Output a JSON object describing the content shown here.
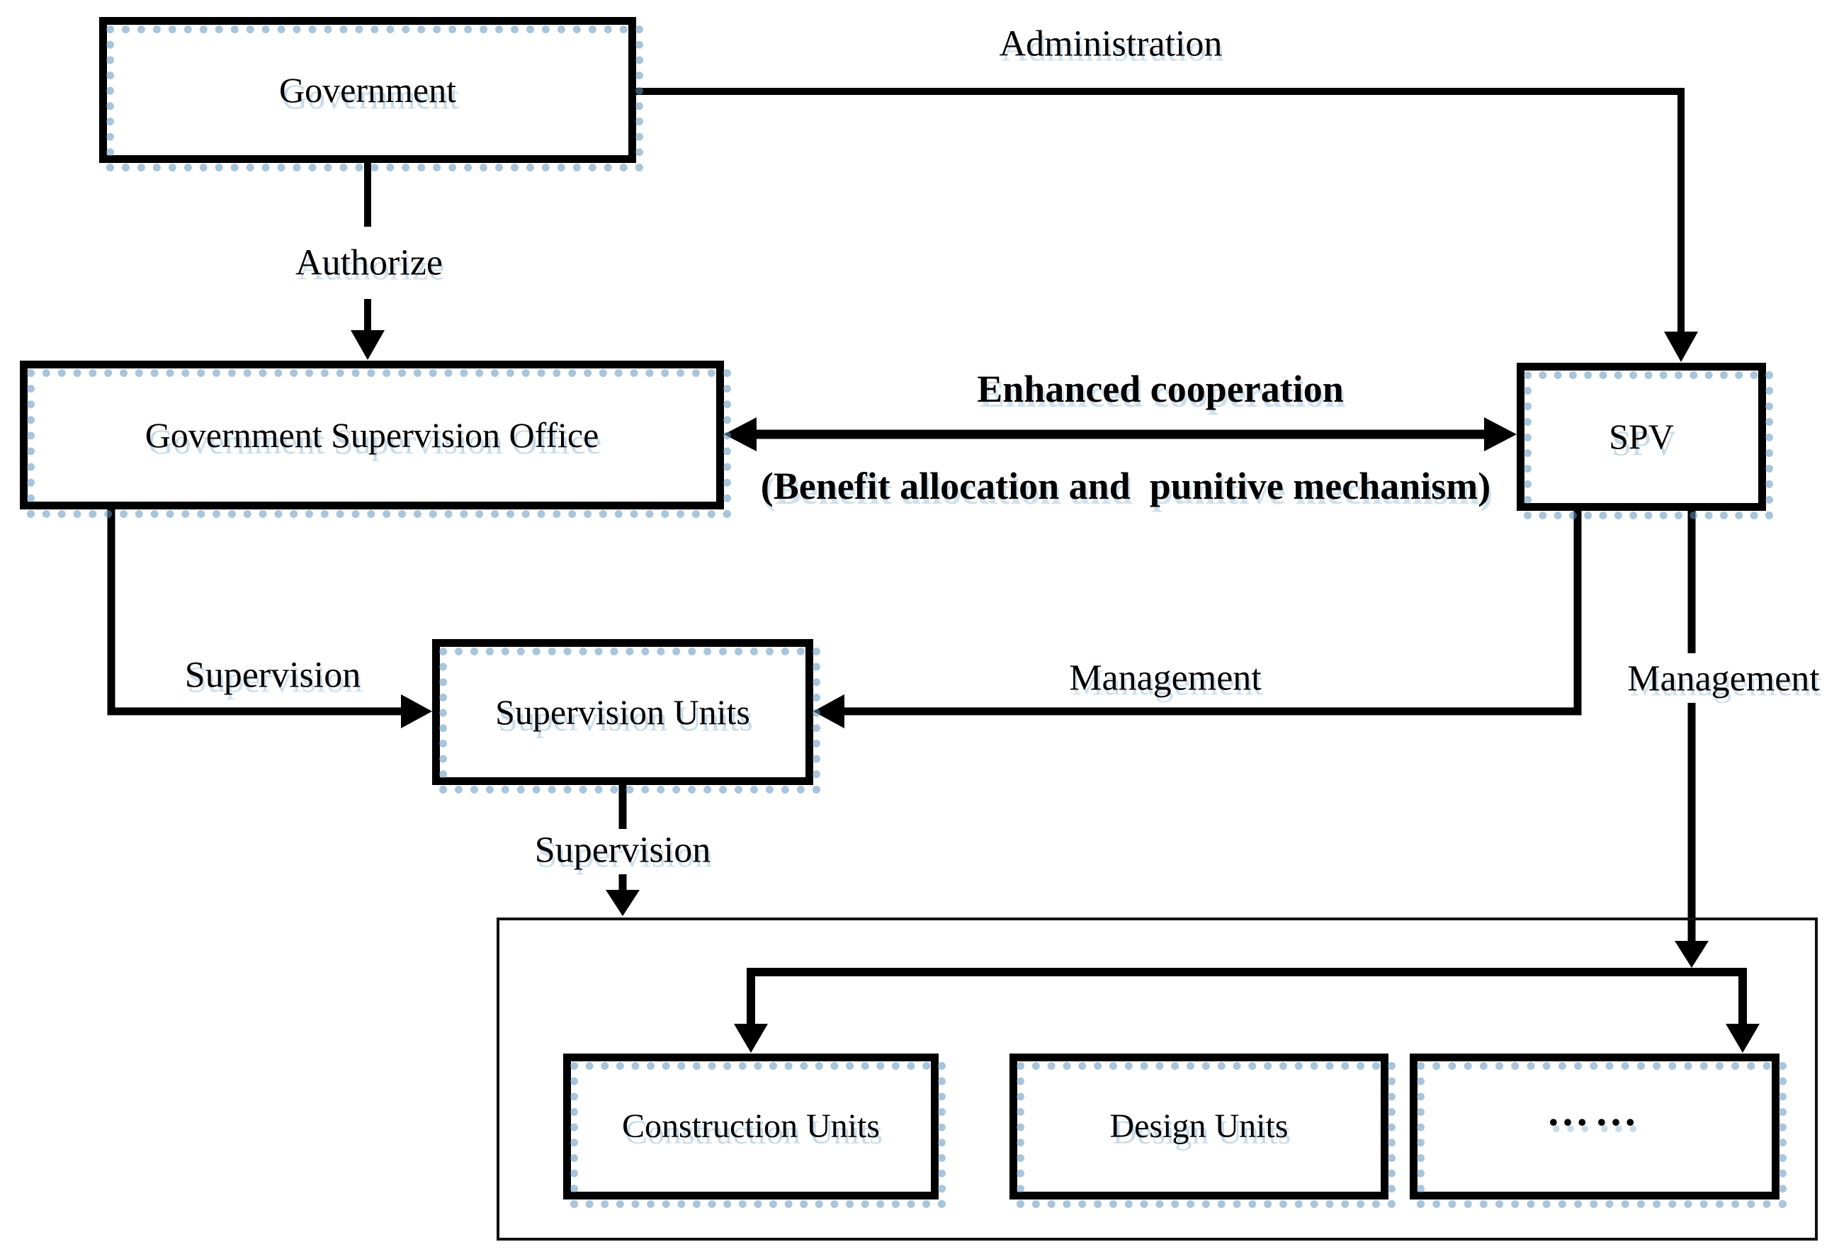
{
  "diagram": {
    "nodes": {
      "government": {
        "label": "Government"
      },
      "gso": {
        "label": "Government Supervision Office"
      },
      "spv": {
        "label": "SPV"
      },
      "supervision_units": {
        "label": "Supervision Units"
      },
      "construction_units": {
        "label": "Construction Units"
      },
      "design_units": {
        "label": "Design Units"
      },
      "other_units": {
        "label": "……"
      }
    },
    "edge_labels": {
      "administration": "Administration",
      "authorize": "Authorize",
      "enhanced_cooperation": "Enhanced cooperation",
      "benefit_mechanism": "(Benefit allocation and  punitive mechanism)",
      "supervision_from_gso": "Supervision",
      "supervision_from_units": "Supervision",
      "management_to_units": "Management",
      "management_to_projects": "Management"
    },
    "colors": {
      "line": "#000000",
      "box_border": "#000000",
      "shadow_blue": "#6496be",
      "background": "#ffffff"
    }
  }
}
